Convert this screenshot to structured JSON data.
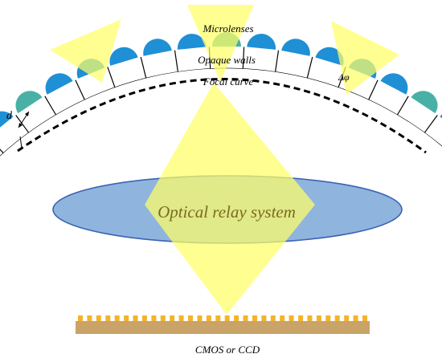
{
  "labels": {
    "microlenses": "Microlenses",
    "opaque_walls": "Opaque walls",
    "focal_curve": "Focal curve",
    "delta_phi": "Δφ",
    "d": "d",
    "relay": "Optical relay system",
    "sensor": "CMOS or CCD"
  },
  "colors": {
    "lens": "#1f8fd6",
    "lens_overlap": "#49b0a6",
    "beam": "#ffff66",
    "relay_fill": "#8fb4de",
    "relay_stroke": "#3b63b2",
    "relay_text": "#7a6a22",
    "sensor_base": "#c9a367",
    "sensor_pixel": "#f2b42a"
  },
  "geometry_counts": {
    "microlens_count": 19,
    "sensor_pixel_count": 32
  }
}
